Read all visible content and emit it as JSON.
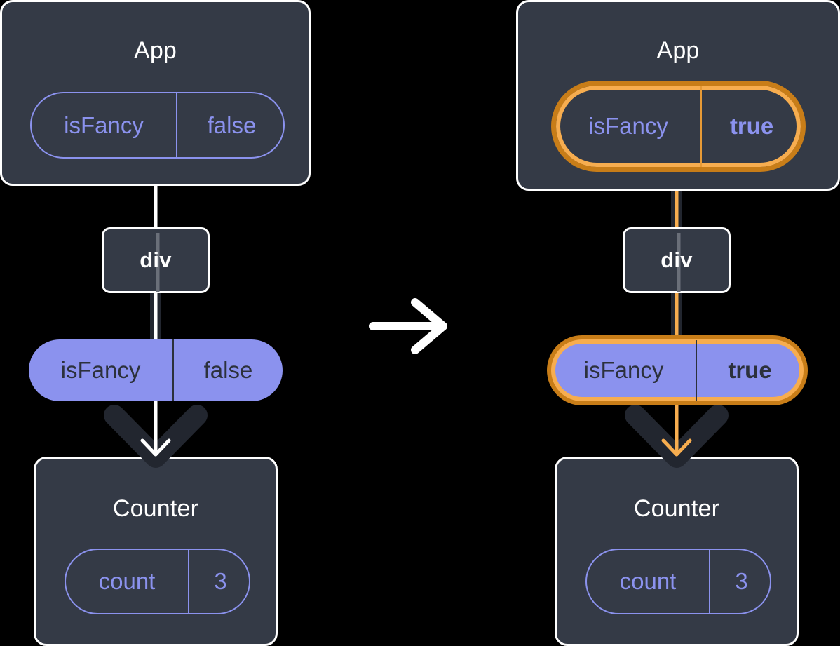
{
  "meta": {
    "title": "React state propagation diagram",
    "background": "#000000"
  },
  "colors": {
    "card_bg": "#343a46",
    "card_border": "#ffffff",
    "purple": "#8b92ee",
    "purple_text_dark": "#2c313c",
    "highlight_outer": "#c87d18",
    "highlight_inner": "#f7ad4f",
    "edge_white": "#ffffff",
    "edge_dark": "#22262f",
    "sparkle": "#fbbf6b"
  },
  "transition": {
    "icon": "arrow-right-icon",
    "label": "changes to"
  },
  "panels": [
    {
      "id": "before",
      "highlighted": false,
      "app": {
        "title": "App",
        "pill": {
          "style": "outline",
          "name": "isFancy",
          "value": "false",
          "highlighted": false
        }
      },
      "div": {
        "label": "div"
      },
      "prop_pill": {
        "style": "solid",
        "name": "isFancy",
        "value": "false",
        "highlighted": false
      },
      "counter": {
        "title": "Counter",
        "pill": {
          "style": "outline",
          "name": "count",
          "value": "3",
          "highlighted": false
        }
      },
      "sparkles": []
    },
    {
      "id": "after",
      "highlighted": true,
      "app": {
        "title": "App",
        "pill": {
          "style": "outline",
          "name": "isFancy",
          "value": "true",
          "highlighted": true
        }
      },
      "div": {
        "label": "div"
      },
      "prop_pill": {
        "style": "solid",
        "name": "isFancy",
        "value": "true",
        "highlighted": true
      },
      "counter": {
        "title": "Counter",
        "pill": {
          "style": "outline",
          "name": "count",
          "value": "3",
          "highlighted": false
        }
      },
      "sparkles": [
        {
          "name": "sparkle-top-large"
        },
        {
          "name": "sparkle-top-small"
        },
        {
          "name": "sparkle-mid-large"
        },
        {
          "name": "sparkle-mid-small"
        }
      ]
    }
  ]
}
